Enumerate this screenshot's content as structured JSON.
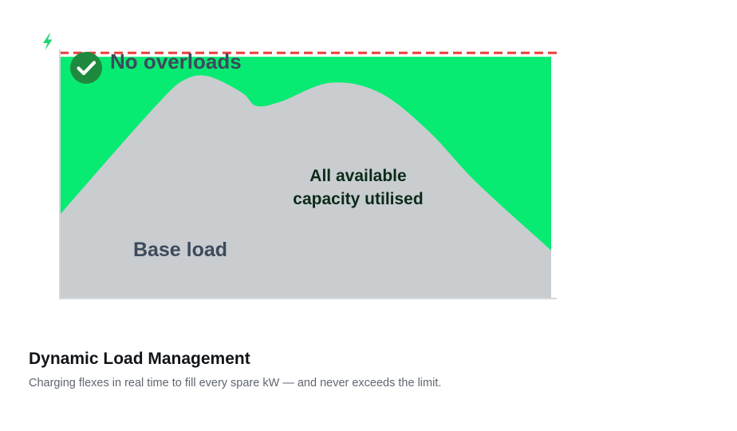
{
  "chart_data": {
    "type": "area",
    "x": [
      0,
      10,
      20,
      25,
      30,
      37,
      40,
      45,
      55,
      65,
      75,
      85,
      100
    ],
    "series": [
      {
        "values": [
          17.4,
          29.1,
          40.5,
          45.2,
          46.2,
          42.8,
          40.0,
          40.9,
          44.8,
          42.8,
          34.8,
          23.9,
          10.0
        ]
      },
      {
        "values": [
          50.2,
          50.2,
          50.2,
          50.2,
          50.2,
          50.2,
          50.2,
          50.2,
          50.2,
          50.2,
          50.2,
          50.2,
          50.2
        ]
      }
    ],
    "limit": 51,
    "ylim": [
      0,
      60
    ],
    "xlim": [
      0,
      100
    ],
    "annotations": {
      "status": "No overloads",
      "base_label": "Base load",
      "flex_label_line1": "All available",
      "flex_label_line2": "capacity utilised"
    },
    "colors": {
      "base": "#c9cdd0",
      "flex": "#08eb72",
      "limit": "#e8413c",
      "axis": "#d5d8db",
      "check": "#1f8a3d",
      "bolt": "#1fd672",
      "dark_text": "#3c4b5c",
      "flex_text": "#0c2a1a"
    },
    "icons": {
      "axis_icon": "lightning-bolt-icon",
      "status_icon": "check-circle-icon"
    }
  },
  "caption": {
    "title": "Dynamic Load Management",
    "subtitle": "Charging flexes in real time to fill every spare kW — and never exceeds the limit."
  }
}
